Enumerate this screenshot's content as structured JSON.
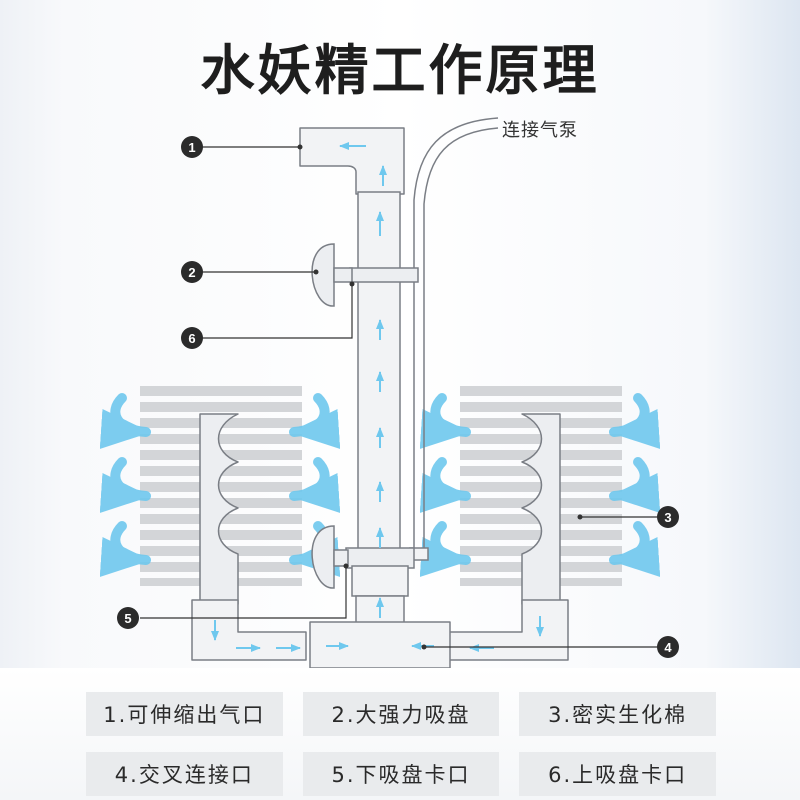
{
  "title": "水妖精工作原理",
  "pump_label": "连接气泵",
  "callouts": [
    "1",
    "2",
    "3",
    "4",
    "5",
    "6"
  ],
  "legend": [
    "1.可伸缩出气口",
    "2.大强力吸盘",
    "3.密实生化棉",
    "4.交叉连接口",
    "5.下吸盘卡口",
    "6.上吸盘卡口"
  ],
  "colors": {
    "pipe_stroke": "#7a7e85",
    "pipe_fill": "#f2f3f5",
    "flow_arrow": "#6fc8ee",
    "sponge_stripe": "#d3d5d8",
    "callout_badge": "#2b2b2b",
    "legend_bg": "#e9ebed"
  }
}
